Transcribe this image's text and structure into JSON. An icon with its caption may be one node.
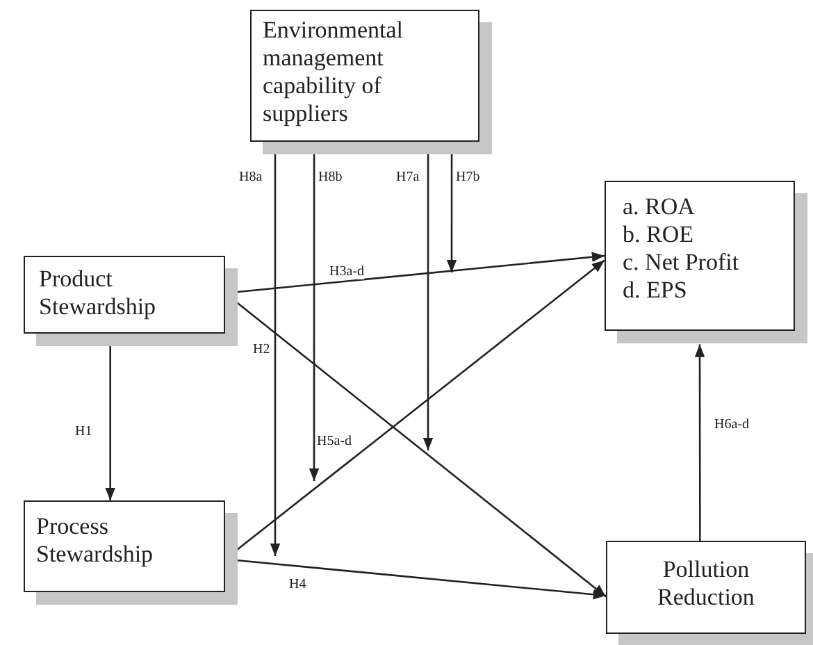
{
  "diagram": {
    "nodes": [
      {
        "text": [
          "Environmental management capability of suppliers"
        ]
      },
      {
        "text": [
          "Product Stewardship"
        ]
      },
      {
        "text": [
          "a. ROA",
          "b. ROE",
          "c. Net Profit",
          "d. EPS"
        ]
      },
      {
        "text": [
          "Process Stewardship"
        ]
      },
      {
        "text": [
          "Pollution Reduction"
        ]
      }
    ],
    "edges": [
      {
        "from": 1,
        "to": 2,
        "arrow": "to",
        "label": "H3a-d"
      },
      {
        "from": 1,
        "to": 4,
        "arrow": "to",
        "label": "H2"
      },
      {
        "from": 1,
        "to": 3,
        "arrow": "to",
        "label": "H1"
      },
      {
        "from": 3,
        "to": 2,
        "arrow": "to",
        "label": "H5a-d"
      },
      {
        "from": 3,
        "to": 4,
        "arrow": "to",
        "label": "H4"
      },
      {
        "from": 4,
        "to": 2,
        "arrow": "to",
        "label": "H6a-d"
      },
      {
        "from": 0,
        "to": null,
        "arrow": "to",
        "label": "H8a"
      },
      {
        "from": 0,
        "to": null,
        "arrow": "to",
        "label": "H8b"
      },
      {
        "from": 0,
        "to": null,
        "arrow": "to",
        "label": "H7a"
      },
      {
        "from": 0,
        "to": null,
        "arrow": "to",
        "label": "H7b"
      }
    ]
  }
}
